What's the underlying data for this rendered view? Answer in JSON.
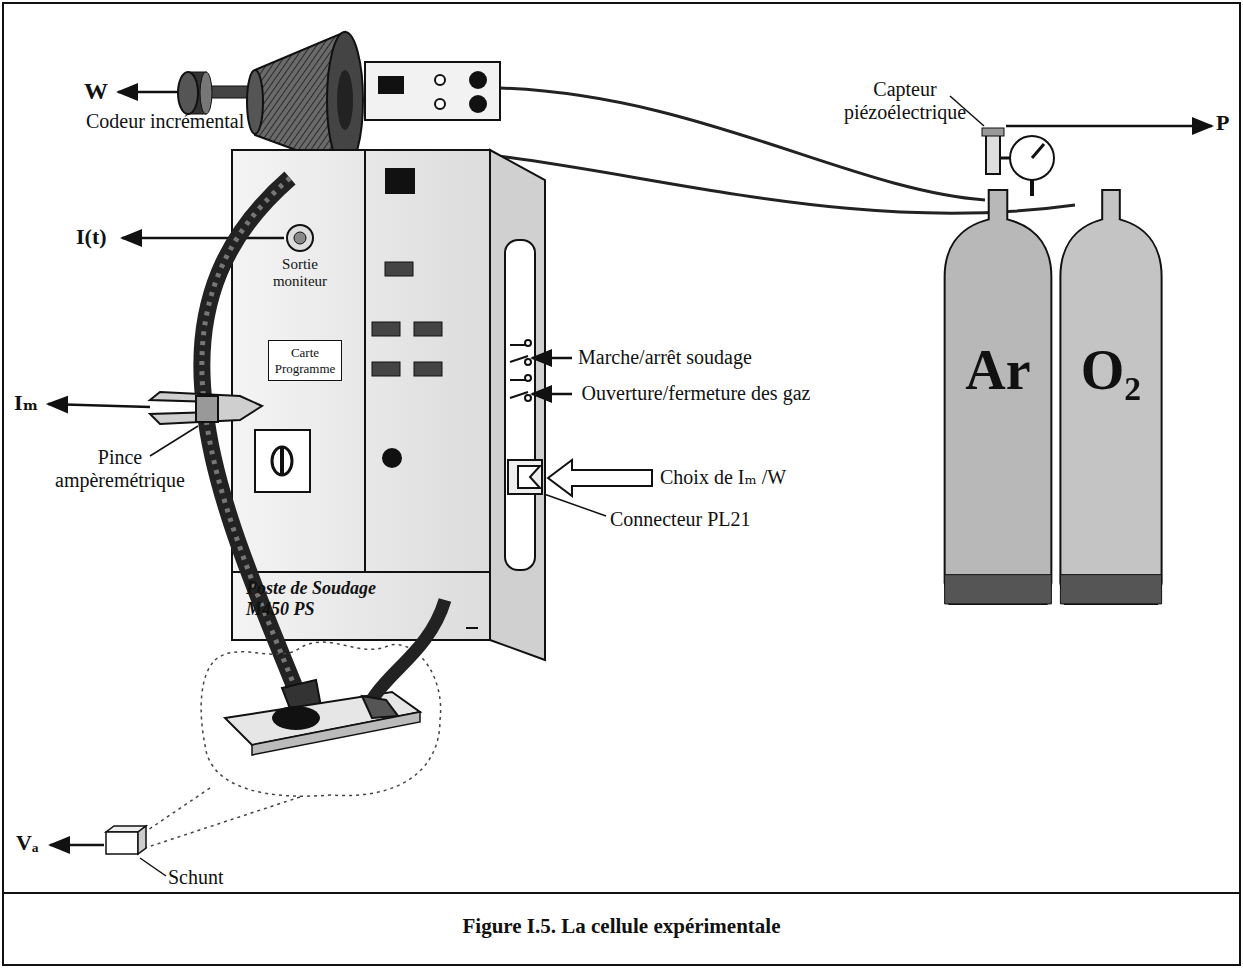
{
  "diagram": {
    "caption": "Figure I.5. La cellule expérimentale",
    "nodes": [
      {
        "text": [
          "Carte Programme"
        ]
      },
      {
        "text": [
          "Ar"
        ]
      },
      {
        "text": [
          "O₂"
        ]
      }
    ],
    "labels": [
      "W",
      "Codeur incrémental",
      "I(t)",
      "Sortie moniteur",
      "Iₘ",
      "Pince ampèremétrique",
      "Poste de Soudage M450 PS",
      "Marche/arrêt soudage",
      "Ouverture/fermeture des gaz",
      "Choix de Iₘ /W",
      "Connecteur PL21",
      "Capteur piézoélectrique",
      "P",
      "Vₐ",
      "Schunt"
    ]
  }
}
